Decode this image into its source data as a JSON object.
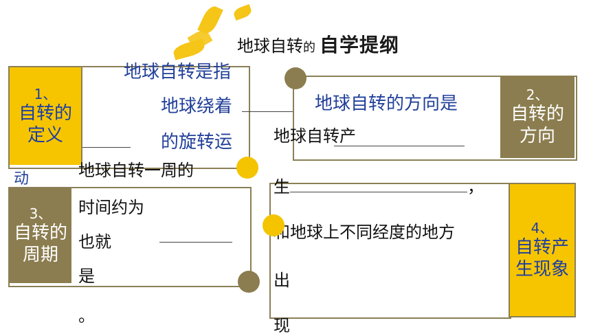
{
  "title": {
    "main": "地球自转",
    "de": "的",
    "bold": "自学提纲"
  },
  "box1": {
    "label_num": "1、",
    "label_line1": "自转的",
    "label_line2": "定义",
    "text_line1": "地球自转是指",
    "text_line2": "地球绕着",
    "text_line3": "的旋转运",
    "text_line4": "动"
  },
  "box2": {
    "label_num": "2、",
    "label_line1": "自转的",
    "label_line2": "方向",
    "text": "地球自转的方向是"
  },
  "box3": {
    "label_num": "3、",
    "label_line1": "自转的",
    "label_line2": "周期",
    "text_line1": "地球自转一周的",
    "text_line2": "时间约为",
    "text_line3": "也就",
    "text_line4": "是",
    "text_line5": "。"
  },
  "box4": {
    "label_num": "4、",
    "label_line1": "自转产",
    "label_line2": "生现象",
    "text_line1": "地球自转产",
    "text_line2": "生",
    "text_line2_end": "，",
    "text_line3": "和地球上不同经度的地方",
    "text_line4": "出",
    "text_line5": "现"
  },
  "colors": {
    "olive": "#8b7d4f",
    "yellow": "#f6c500",
    "blue_text": "#22409a"
  }
}
